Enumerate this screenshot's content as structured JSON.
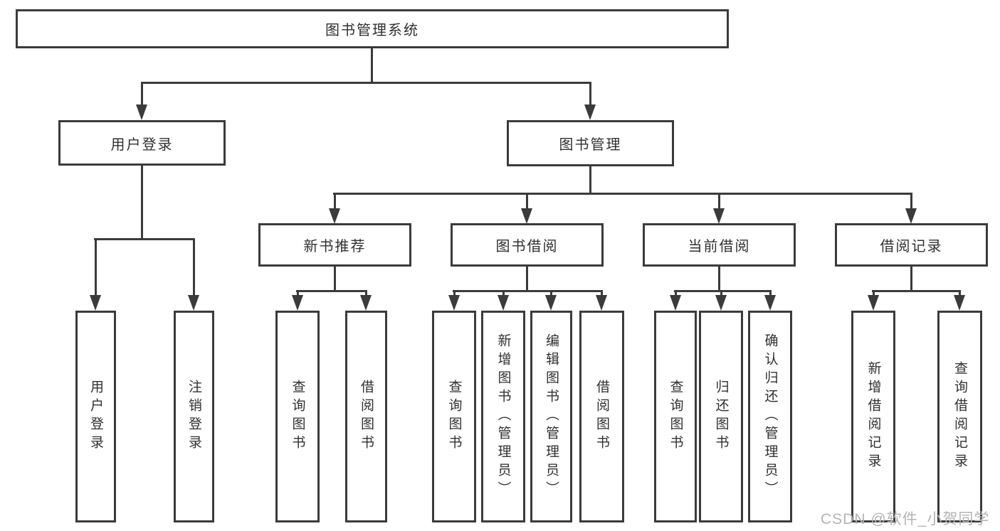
{
  "diagram": {
    "root": {
      "label": "图书管理系统"
    },
    "level2": {
      "user_login": {
        "label": "用户登录"
      },
      "book_management": {
        "label": "图书管理"
      }
    },
    "level3": {
      "new_book_recommend": {
        "label": "新书推荐"
      },
      "book_borrowing": {
        "label": "图书借阅"
      },
      "current_borrowing": {
        "label": "当前借阅"
      },
      "borrowing_records": {
        "label": "借阅记录"
      }
    },
    "leaves": {
      "user_login_leaf": {
        "label": "用户登录"
      },
      "logout": {
        "label": "注销登录"
      },
      "query_books_recommend": {
        "label": "查询图书"
      },
      "borrow_books_recommend": {
        "label": "借阅图书"
      },
      "query_books_borrowing": {
        "label": "查询图书"
      },
      "add_books_admin": {
        "label": "新增图书（管理员）"
      },
      "edit_books_admin": {
        "label": "编辑图书（管理员）"
      },
      "borrow_books_borrowing": {
        "label": "借阅图书"
      },
      "query_books_current": {
        "label": "查询图书"
      },
      "return_books": {
        "label": "归还图书"
      },
      "confirm_return_admin": {
        "label": "确认归还（管理员）"
      },
      "add_borrow_record": {
        "label": "新增借阅记录"
      },
      "query_borrow_record": {
        "label": "查询借阅记录"
      }
    }
  },
  "watermark": {
    "text": "CSDN @软件_小贺同学"
  },
  "colors": {
    "line": "#3b3b3b",
    "text": "#303030",
    "background": "#ffffff",
    "watermark": "#b4b4b4"
  }
}
